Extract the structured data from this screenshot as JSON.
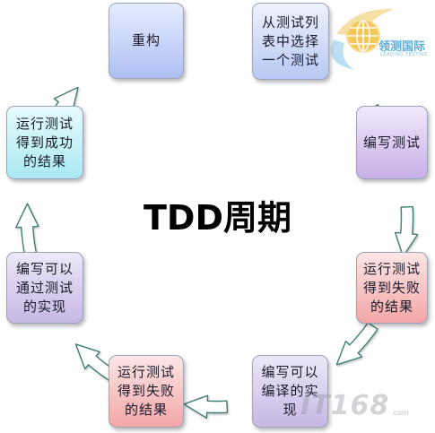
{
  "title": "TDD周期",
  "nodes": [
    {
      "id": "refactor",
      "lines": [
        "重构"
      ]
    },
    {
      "id": "pick-test",
      "lines": [
        "从测试列",
        "表中选择",
        "一个测试"
      ]
    },
    {
      "id": "write-test",
      "lines": [
        "编写测试"
      ]
    },
    {
      "id": "run-fail",
      "lines": [
        "运行测试",
        "得到失败",
        "的结果"
      ]
    },
    {
      "id": "make-compile",
      "lines": [
        "编写可以",
        "编译的实",
        "现"
      ]
    },
    {
      "id": "run-fail-2",
      "lines": [
        "运行测试",
        "得到失败",
        "的结果"
      ]
    },
    {
      "id": "make-pass",
      "lines": [
        "编写可以",
        "通过测试",
        "的实现"
      ]
    },
    {
      "id": "run-pass",
      "lines": [
        "运行测试",
        "得到成功",
        "的结果"
      ]
    }
  ],
  "logo": {
    "name": "领测国际",
    "subtitle": "LEADING TESTING"
  },
  "watermark": {
    "text": "IT168",
    "suffix": ".com"
  },
  "colors": {
    "arrow_fill": "#ffffff",
    "arrow_stroke": "#3f7f73",
    "text": "#1a1a2a"
  }
}
